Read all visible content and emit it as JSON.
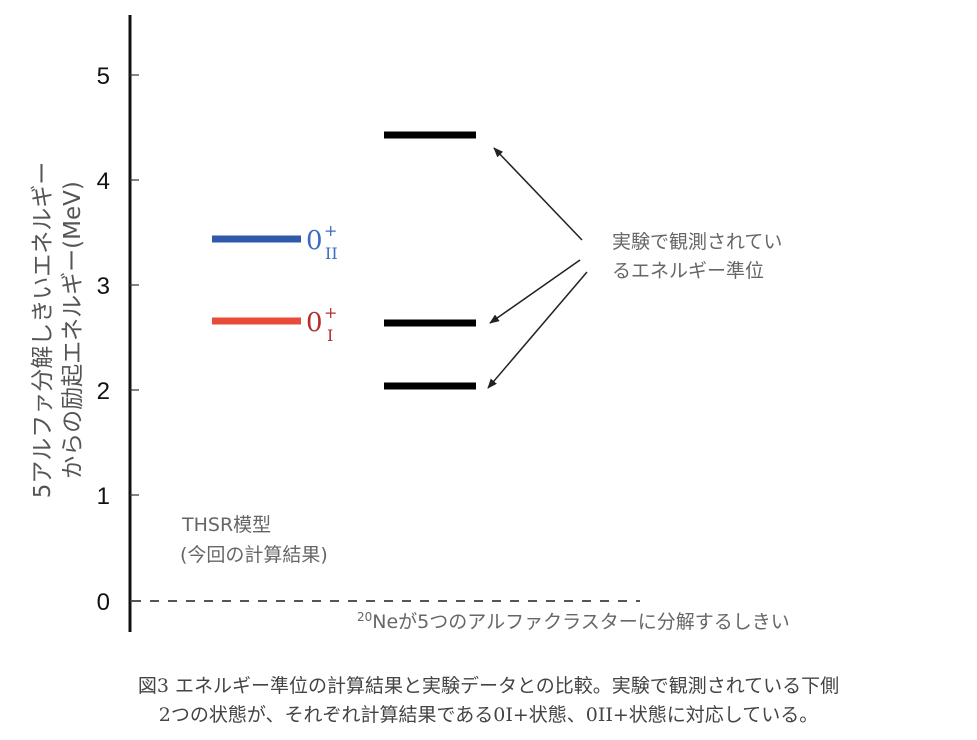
{
  "chart_data": {
    "type": "energy-level-diagram",
    "title": "",
    "ylabel": "5アルファ分解しきいエネルギーからの励起エネルギー(MeV)",
    "ylabel_lines": [
      "5アルファ分解しきいエネルギー",
      "からの励起エネルギー(MeV)"
    ],
    "ylim": [
      0,
      5.5
    ],
    "yticks": [
      0,
      1,
      2,
      3,
      4,
      5
    ],
    "grid": false,
    "series": [
      {
        "name": "THSR模型(今回の計算結果)",
        "levels": [
          {
            "label": "0_I^+",
            "energy": 2.66,
            "color": "#e84b3a",
            "label_color": "#b03030"
          },
          {
            "label": "0_II^+",
            "energy": 3.45,
            "color": "#2f5aa8",
            "label_color": "#3b6cc0"
          }
        ]
      },
      {
        "name": "実験で観測されているエネルギー準位",
        "levels": [
          {
            "energy": 2.04,
            "color": "#000000"
          },
          {
            "energy": 2.64,
            "color": "#000000"
          },
          {
            "energy": 4.43,
            "color": "#000000"
          }
        ]
      }
    ],
    "threshold": {
      "energy": 0,
      "style": "dashed",
      "label": "²⁰Neが5つのアルファクラスターに分解するしきい"
    },
    "annotations": [
      {
        "text_lines": [
          "THSR模型",
          "(今回の計算結果)"
        ]
      },
      {
        "text_lines": [
          "実験で観測されてい",
          "るエネルギー準位"
        ],
        "arrows_to": [
          4.43,
          2.64,
          2.04
        ]
      }
    ]
  },
  "labels": {
    "ylabel_line1": "5アルファ分解しきいエネルギー",
    "ylabel_line2": "からの励起エネルギー(MeV)",
    "tick0": "0",
    "tick1": "1",
    "tick2": "2",
    "tick3": "3",
    "tick4": "4",
    "tick5": "5",
    "state_I_main": "0",
    "state_I_sup": "+",
    "state_I_sub": "I",
    "state_II_main": "0",
    "state_II_sup": "+",
    "state_II_sub": "II",
    "model_line1": "THSR模型",
    "model_line2": "(今回の計算結果)",
    "exp_line1": "実験で観測されてい",
    "exp_line2": "るエネルギー準位",
    "threshold_sup": "20",
    "threshold_text": "Neが5つのアルファクラスターに分解するしきい"
  },
  "caption": {
    "line1": "図3 エネルギー準位の計算結果と実験データとの比較。実験で観測されている下側",
    "line2": "2つの状態が、それぞれ計算結果である0I+状態、0II+状態に対応している。"
  }
}
